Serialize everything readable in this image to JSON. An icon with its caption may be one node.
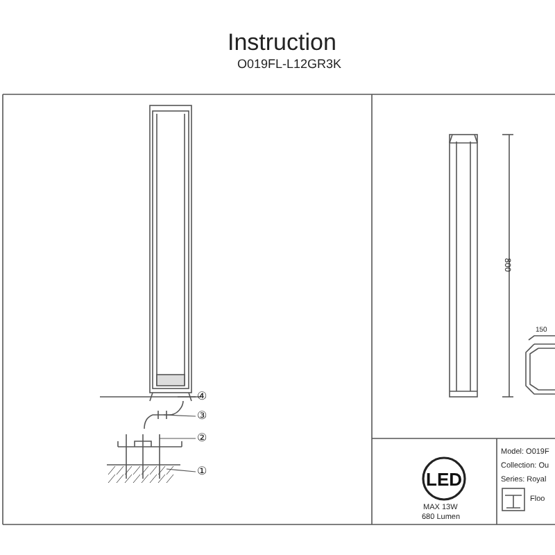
{
  "diagram": {
    "title": "Instruction",
    "caption": "O019FL-L12GR3K",
    "nodes": [
      {
        "text": [
          "④"
        ]
      },
      {
        "text": [
          "③"
        ]
      },
      {
        "text": [
          "②"
        ]
      },
      {
        "text": [
          "①"
        ]
      }
    ],
    "edges": [
      {
        "from": 0,
        "to": null,
        "arrow": "none"
      },
      {
        "from": 1,
        "to": null,
        "arrow": "none"
      },
      {
        "from": 2,
        "to": null,
        "arrow": "none"
      },
      {
        "from": 3,
        "to": null,
        "arrow": "none"
      }
    ],
    "labels": [
      "800",
      "150",
      "LED",
      "MAX 13W",
      "680 Lumen",
      "Model: O019F",
      "Collection: Ou",
      "Series: Royal",
      "Floo"
    ]
  }
}
